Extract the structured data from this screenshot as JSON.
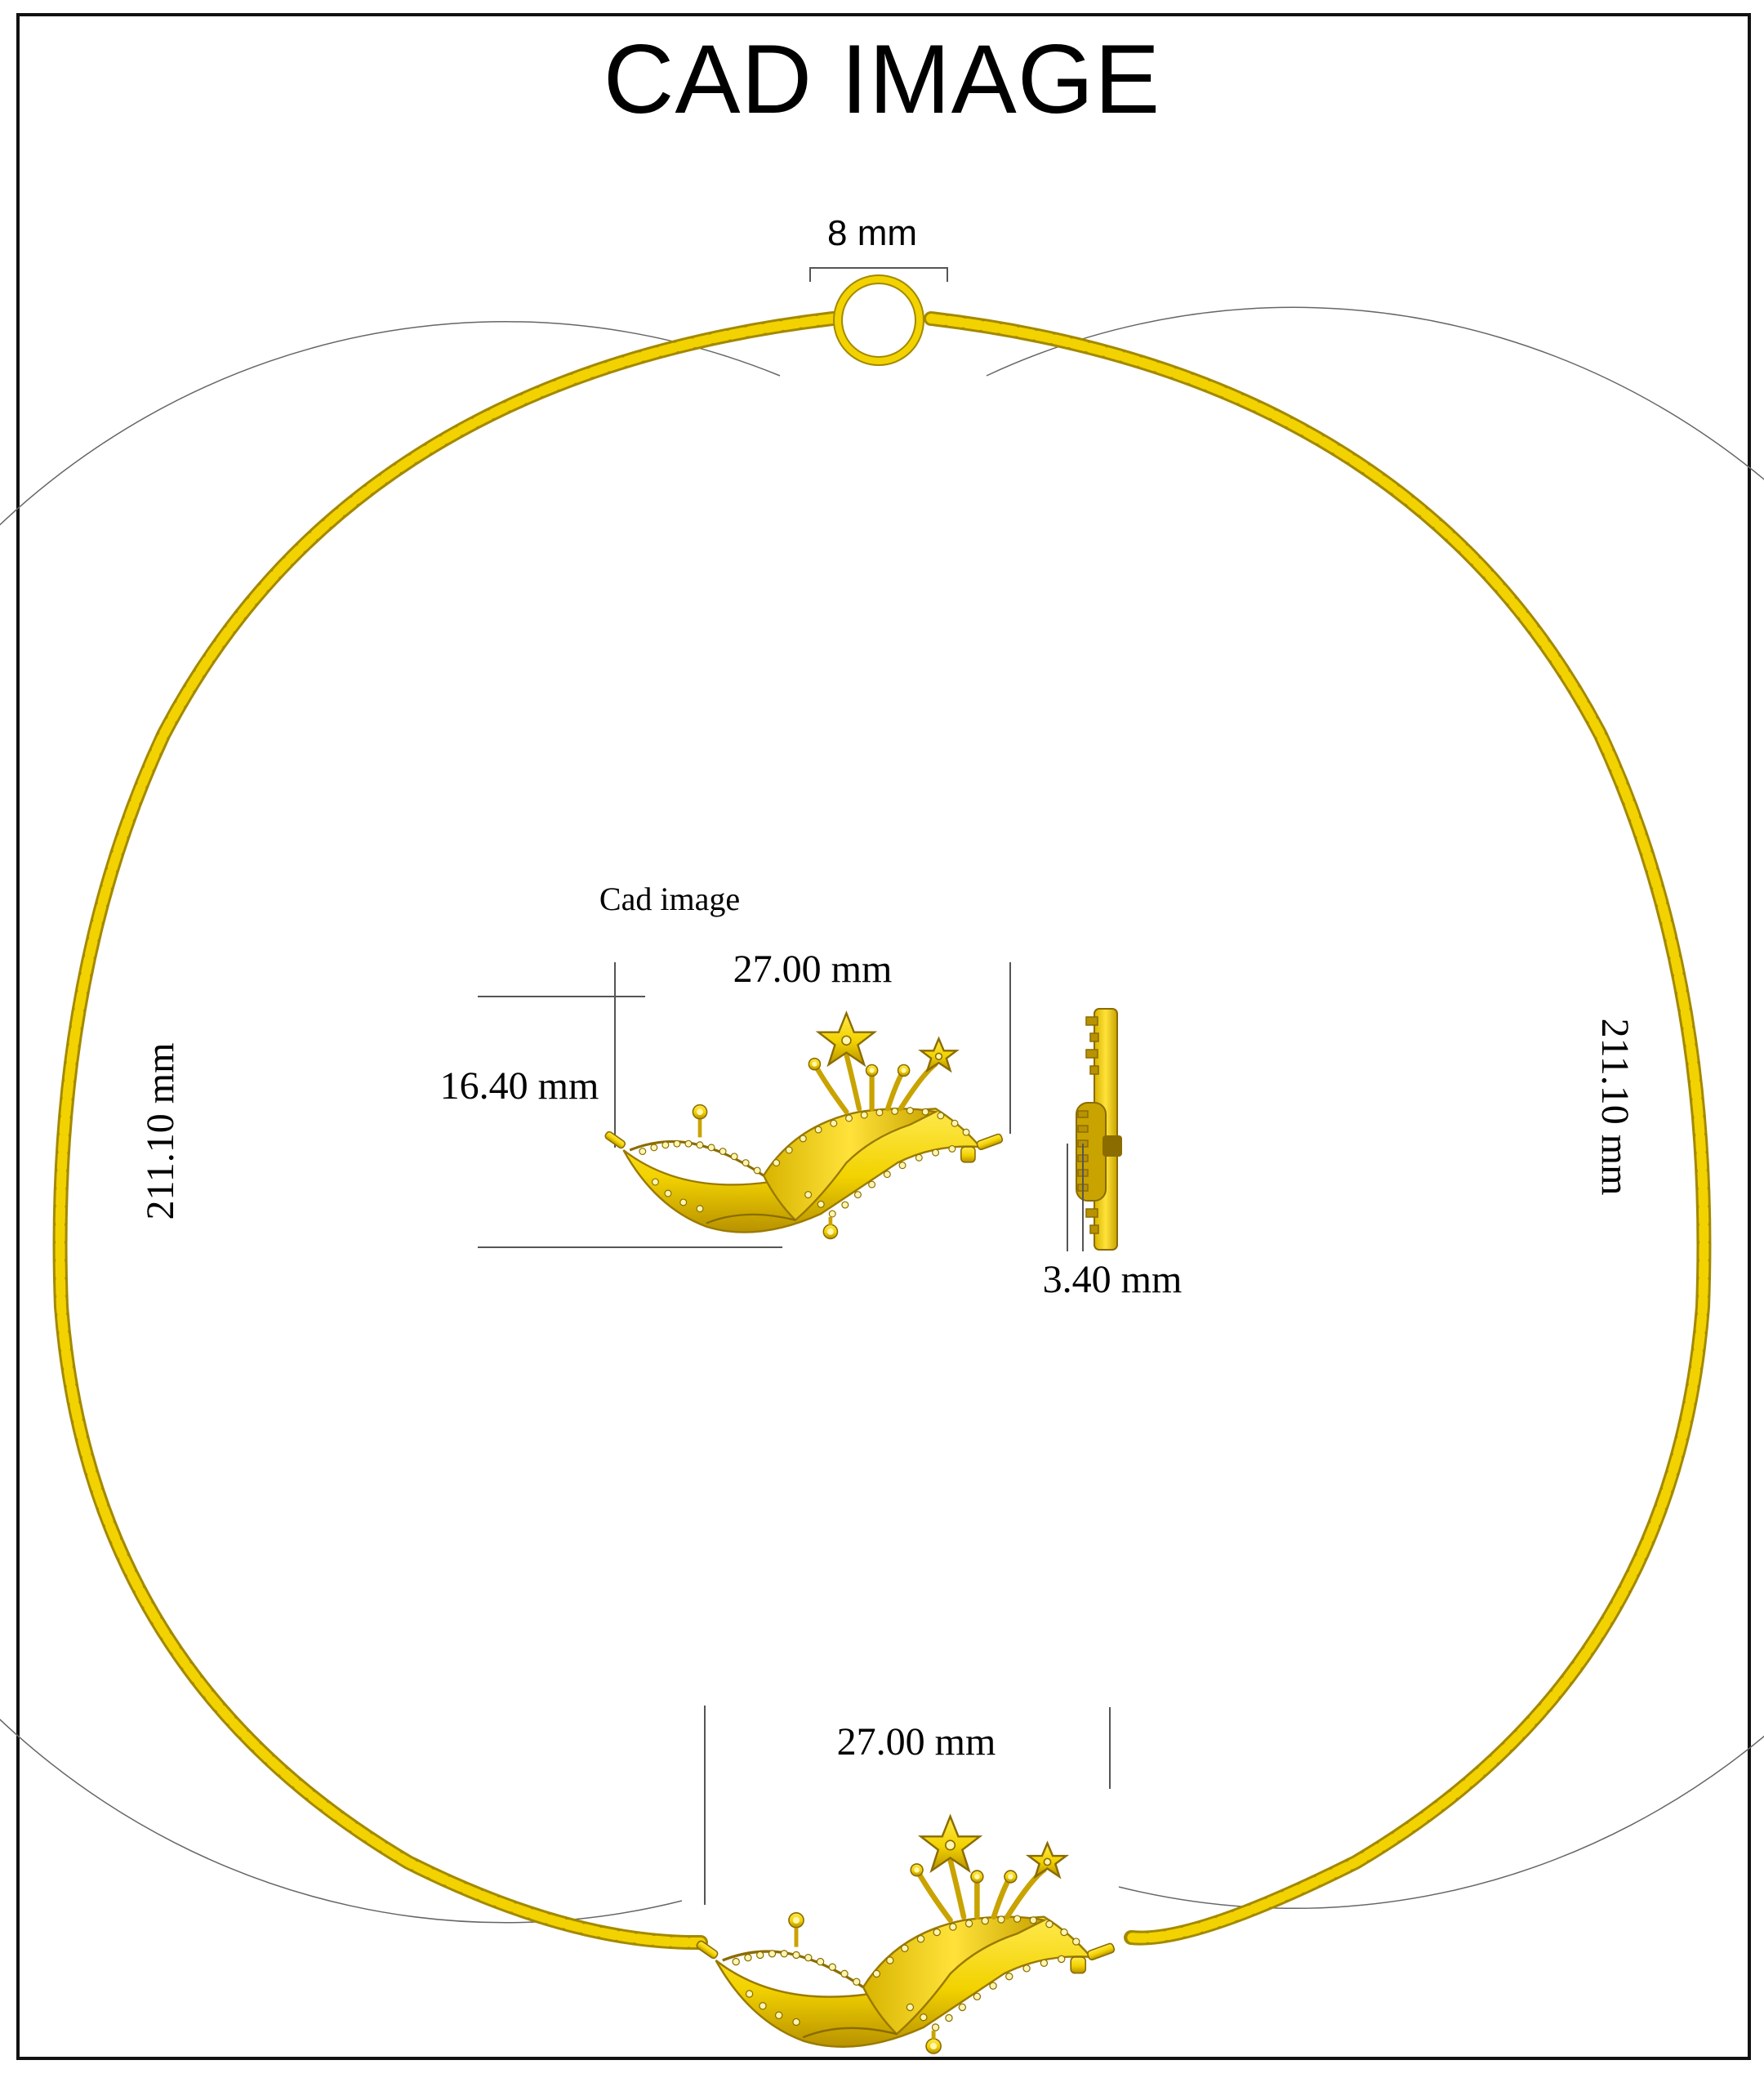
{
  "title": "CAD IMAGE",
  "subtitle": "Cad image",
  "dimensions": {
    "clasp_width": "8 mm",
    "pendant_width_front": "27.00 mm",
    "pendant_height": "16.40 mm",
    "pendant_depth": "3.40 mm",
    "chain_length_left": "211.10 mm",
    "chain_length_right": "211.10 mm",
    "pendant_width_bottom": "27.00 mm"
  },
  "colors": {
    "gold": "#f2d200",
    "gold_dark": "#b89200",
    "gold_light": "#ffe94d",
    "guide_line": "#555555"
  }
}
